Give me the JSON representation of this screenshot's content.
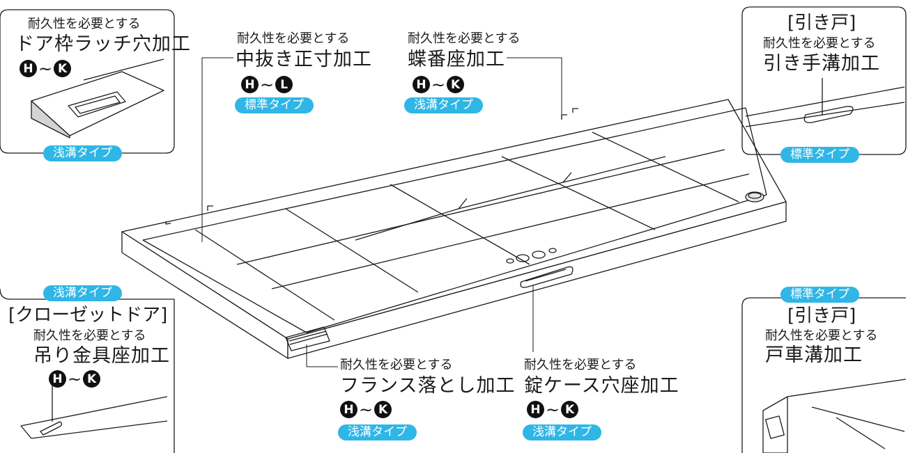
{
  "callouts": {
    "door_latch": {
      "line1": "耐久性を必要とする",
      "line2": "ドア枠ラッチ穴加工",
      "range_from": "H",
      "range_sep": "~",
      "range_to": "K",
      "badge": "浅溝タイプ"
    },
    "center_cut": {
      "line1": "耐久性を必要とする",
      "line2": "中抜き正寸加工",
      "range_from": "H",
      "range_sep": "~",
      "range_to": "L",
      "badge": "標準タイプ"
    },
    "hinge": {
      "line1": "耐久性を必要とする",
      "line2": "蝶番座加工",
      "range_from": "H",
      "range_sep": "~",
      "range_to": "K",
      "badge": "浅溝タイプ"
    },
    "sliding_handle": {
      "bracket": "[引き戸]",
      "line1": "耐久性を必要とする",
      "line2": "引き手溝加工",
      "badge": "標準タイプ"
    },
    "closet": {
      "badge": "浅溝タイプ",
      "bracket": "[クローゼットドア]",
      "line1": "耐久性を必要とする",
      "line2": "吊り金具座加工",
      "range_from": "H",
      "range_sep": "~",
      "range_to": "K"
    },
    "flange": {
      "line1": "耐久性を必要とする",
      "line2": "フランス落とし加工",
      "range_from": "H",
      "range_sep": "~",
      "range_to": "K",
      "badge": "浅溝タイプ"
    },
    "lock_case": {
      "line1": "耐久性を必要とする",
      "line2": "錠ケース穴座加工",
      "range_from": "H",
      "range_sep": "~",
      "range_to": "K",
      "badge": "浅溝タイプ"
    },
    "door_roller": {
      "badge": "標準タイプ",
      "bracket": "[引き戸]",
      "line1": "耐久性を必要とする",
      "line2": "戸車溝加工"
    }
  },
  "colors": {
    "badge": "#2fb6e6",
    "line": "#1a1a1a",
    "shade": "#c8c8c8"
  }
}
